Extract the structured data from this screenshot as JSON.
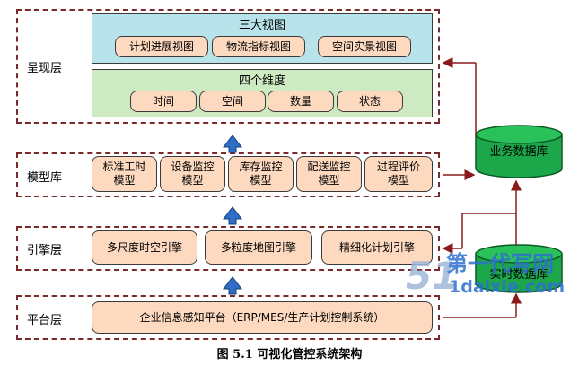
{
  "layers": {
    "presentation": "呈现层",
    "model": "模型库",
    "engine": "引擎层",
    "platform": "平台层"
  },
  "views": {
    "title": "三大视图",
    "items": [
      "计划进展视图",
      "物流指标视图",
      "空间实景视图"
    ]
  },
  "dimensions": {
    "title": "四个维度",
    "items": [
      "时间",
      "空间",
      "数量",
      "状态"
    ]
  },
  "models": [
    {
      "line1": "标准工时",
      "line2": "模型"
    },
    {
      "line1": "设备监控",
      "line2": "模型"
    },
    {
      "line1": "库存监控",
      "line2": "模型"
    },
    {
      "line1": "配送监控",
      "line2": "模型"
    },
    {
      "line1": "过程评价",
      "line2": "模型"
    }
  ],
  "engines": [
    "多尺度时空引擎",
    "多粒度地图引擎",
    "精细化计划引擎"
  ],
  "platform": "企业信息感知平台（ERP/MES/生产计划控制系统）",
  "databases": {
    "business": "业务数据库",
    "realtime": "实时数据库"
  },
  "watermark": {
    "text": "第一代写网",
    "url": "1daixie.com"
  },
  "caption": "图 5.1  可视化管控系统架构",
  "colors": {
    "layer_border": "#7a2a2a",
    "view_panel": "#b9e3ea",
    "dim_panel": "#cdeac2",
    "pill": "#fcd9bf",
    "database": "#1ca84a",
    "arrow_up": "#2e6ec6",
    "connector": "#8b1a1a"
  }
}
